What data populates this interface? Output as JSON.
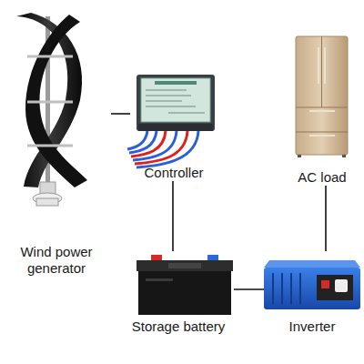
{
  "diagram": {
    "nodes": [
      {
        "text": [
          "Wind power generator"
        ]
      },
      {
        "text": [
          "Controller"
        ]
      },
      {
        "text": [
          "AC load"
        ]
      },
      {
        "text": [
          "Storage battery"
        ]
      },
      {
        "text": [
          "Inverter"
        ]
      }
    ],
    "edges": [
      {
        "from": 0,
        "to": 1,
        "arrow": "none"
      },
      {
        "from": 1,
        "to": 3,
        "arrow": "none"
      },
      {
        "from": 3,
        "to": 4,
        "arrow": "none"
      },
      {
        "from": 4,
        "to": 2,
        "arrow": "none"
      }
    ]
  }
}
